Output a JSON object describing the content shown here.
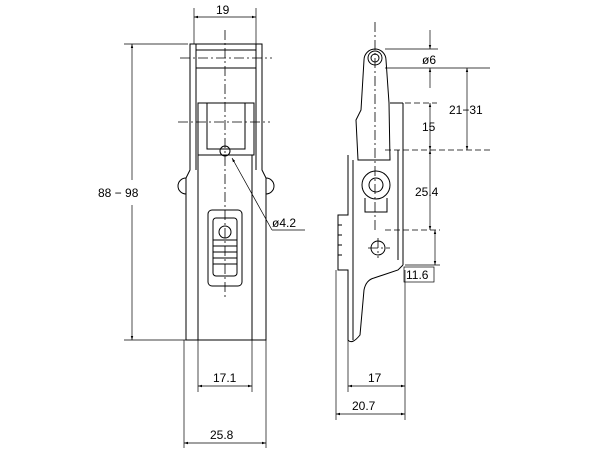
{
  "drawing": {
    "front_view": {
      "dim_top_width": "19",
      "dim_height": "88 − 98",
      "dim_hole": "ø4.2",
      "dim_inner_width": "17.1",
      "dim_outer_width": "25.8"
    },
    "side_view": {
      "dim_pivot_hole": "ø6",
      "dim_reach_range": "21−31",
      "dim_upper": "15",
      "dim_mid": "25.4",
      "dim_lower": "11.6",
      "dim_inner_depth": "17",
      "dim_outer_depth": "20.7"
    }
  }
}
